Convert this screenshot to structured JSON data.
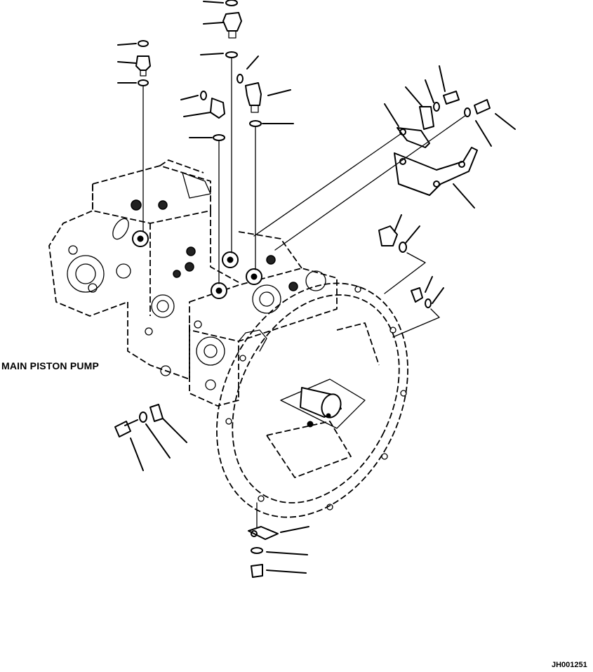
{
  "diagram": {
    "title": "MAIN PISTON PUMP",
    "drawing_id": "JH001251"
  },
  "icons": {
    "pump_assembly": "main-piston-pump-drawing",
    "fittings": "hydraulic-fitting-icon",
    "o_rings": "o-ring-icon",
    "bolts": "bolt-icon",
    "brackets": "bracket-icon",
    "leader_lines": "callout-leader-line"
  }
}
